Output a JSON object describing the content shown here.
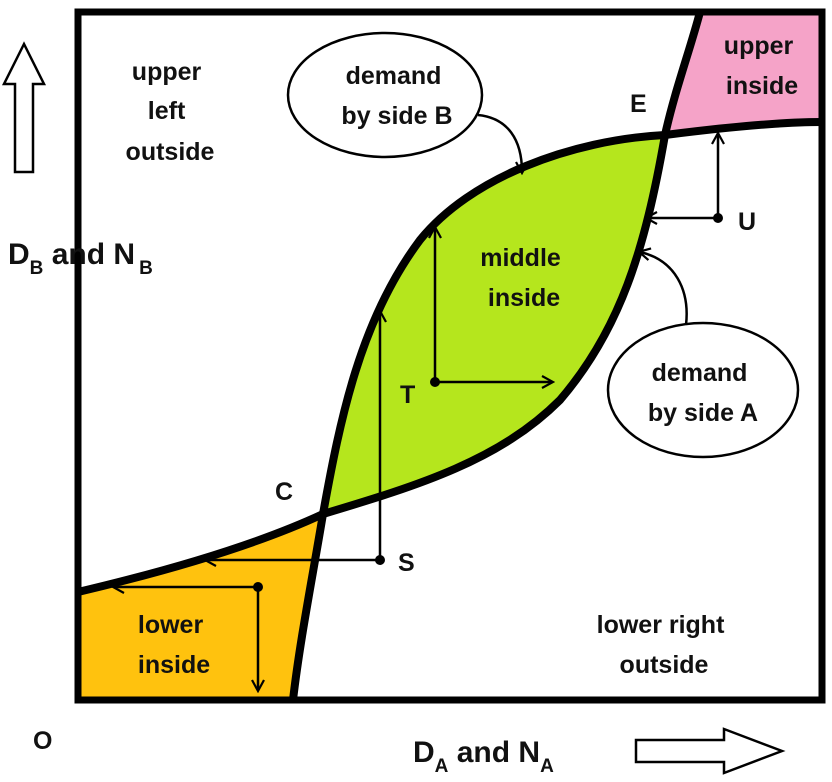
{
  "colors": {
    "lower_inside": "#ffc20e",
    "middle_inside": "#b5e61d",
    "upper_inside": "#f5a3c8",
    "stroke": "#000000",
    "background": "#ffffff"
  },
  "regions": {
    "upper_left_outside": [
      "upper",
      "left",
      "outside"
    ],
    "upper_inside": [
      "upper",
      "inside"
    ],
    "middle_inside": [
      "middle",
      "inside"
    ],
    "lower_inside": [
      "lower",
      "inside"
    ],
    "lower_right_outside": [
      "lower right",
      "outside"
    ]
  },
  "callouts": {
    "demand_b": [
      "demand",
      "by side B"
    ],
    "demand_a": [
      "demand",
      "by side A"
    ]
  },
  "points": {
    "E": "E",
    "U": "U",
    "T": "T",
    "C": "C",
    "S": "S",
    "O": "O"
  },
  "axes": {
    "y": {
      "label_parts": [
        "D",
        "B",
        " and N",
        "B"
      ],
      "arrow": "up-arrow-icon"
    },
    "x": {
      "label_parts": [
        "D",
        "A",
        " and N",
        "A"
      ],
      "arrow": "right-arrow-icon"
    }
  }
}
